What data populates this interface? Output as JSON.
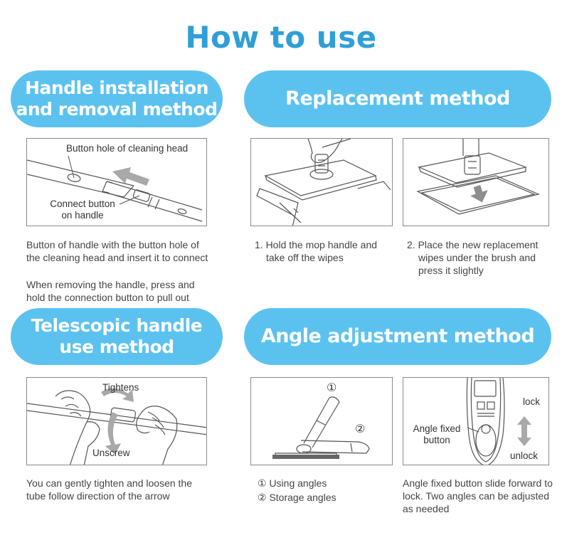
{
  "page_title": "How to use",
  "sections": {
    "handle": {
      "title_line1": "Handle installation",
      "title_line2": "and removal method",
      "label_hole": "Button hole of cleaning head",
      "label_connect_1": "Connect button",
      "label_connect_2": "on handle",
      "caption_1": "Button of handle with the button hole of the cleaning head and insert it to connect",
      "caption_2": "When removing the handle, press and hold the connection button to pull out"
    },
    "replacement": {
      "title": "Replacement method",
      "caption_1": "1. Hold the mop handle and take off the wipes",
      "caption_2": "2. Place the new replacement wipes under the brush and press it slightly"
    },
    "telescopic": {
      "title_line1": "Telescopic handle",
      "title_line2": "use method",
      "label_tightens": "Tightens",
      "label_unscrew": "Unscrew",
      "caption": "You can gently tighten and loosen the tube follow direction of the arrow"
    },
    "angle": {
      "title": "Angle adjustment method",
      "marker_1": "①",
      "marker_2": "②",
      "caption_1": "① Using angles",
      "caption_2": "② Storage angles",
      "label_fixed_1": "Angle fixed",
      "label_fixed_2": "button",
      "label_lock": "lock",
      "label_unlock": "unlock",
      "caption_3": "Angle fixed button slide forward to lock. Two angles can be adjusted as needed"
    }
  },
  "colors": {
    "title": "#2f9fd6",
    "pill": "#5bc2ef",
    "arrow": "#a9a9a9",
    "line": "#555555"
  }
}
